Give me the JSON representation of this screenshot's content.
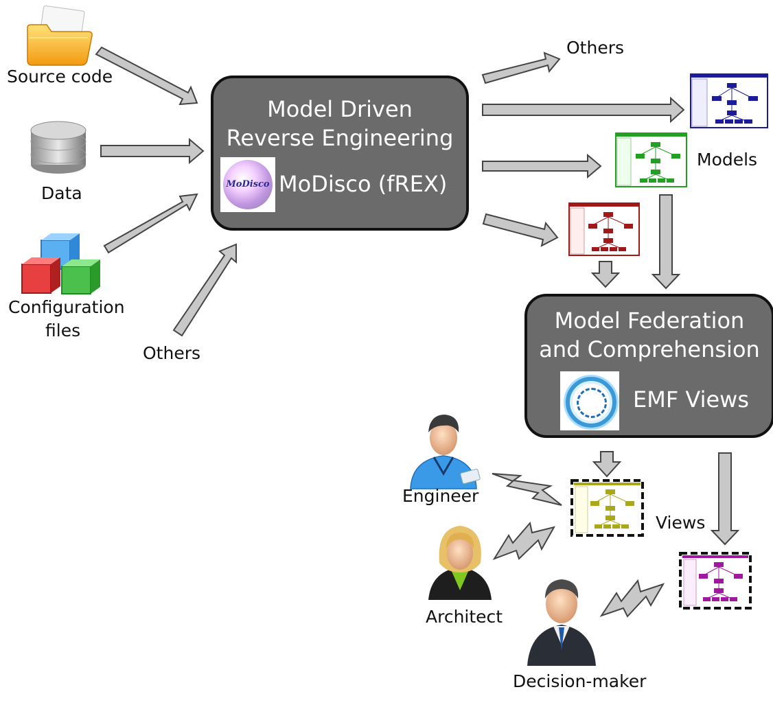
{
  "inputs": {
    "source_code": "Source code",
    "data": "Data",
    "config": [
      "Configuration",
      "files"
    ],
    "others": "Others"
  },
  "mdre": {
    "title": [
      "Model Driven",
      "Reverse Engineering"
    ],
    "tool": "MoDisco (fREX)",
    "logo_text": "MoDisco"
  },
  "outputs": {
    "others": "Others",
    "models": "Models"
  },
  "federation": {
    "title": [
      "Model Federation",
      "and Comprehension"
    ],
    "tool": "EMF Views"
  },
  "views_label": "Views",
  "roles": {
    "engineer": "Engineer",
    "architect": "Architect",
    "decision_maker": "Decision-maker"
  },
  "colors": {
    "box_fill": "#6b6b6b",
    "arrow_fill": "#c8c8c8",
    "model_blue": "#1c1c9a",
    "model_green": "#23a023",
    "model_red": "#a01818",
    "view_yellow": "#a8a818",
    "view_magenta": "#a018a0"
  }
}
